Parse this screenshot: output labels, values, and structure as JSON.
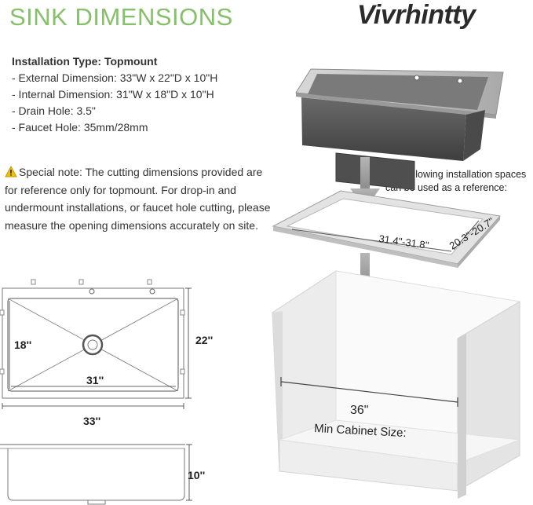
{
  "header": {
    "title": "SINK DIMENSIONS",
    "brand": "Vivrhintty"
  },
  "specs": {
    "heading": "Installation Type: Topmount",
    "items": [
      "- External Dimension: 33\"W x 22\"D x 10\"H",
      "- Internal Dimension: 31\"W x 18\"D x 10\"H",
      "- Drain Hole: 3.5\"",
      "- Faucet Hole: 35mm/28mm"
    ]
  },
  "note": {
    "icon": "warning-icon",
    "text": "Special note: The cutting dimensions provided are for reference only for topmount. For drop-in and undermount installations, or faucet hole cutting, please measure the opening dimensions accurately on site."
  },
  "install_note": {
    "line1": "The following installation spaces",
    "line2": "can be used as a reference:"
  },
  "diagram_labels": {
    "cutout_width": "31.4\"-31.8\"",
    "cutout_depth": "20.3\"-20.7\"",
    "cabinet_width": "36\"",
    "cabinet_caption": "Min Cabinet Size:",
    "top_inner_depth": "18''",
    "top_inner_width": "31''",
    "top_outer_depth": "22''",
    "top_outer_width": "33''",
    "side_height": "10''"
  },
  "colors": {
    "title_green": "#86c06a",
    "arrow_gray": "#9a9a9a",
    "steel": "#b9b9b9",
    "sink_dark": "#555555"
  }
}
